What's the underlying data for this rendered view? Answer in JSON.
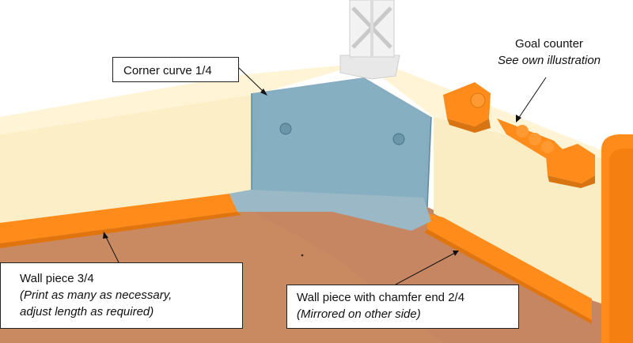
{
  "callouts": {
    "corner_curve": {
      "line1": "Corner curve 1/4"
    },
    "goal_counter": {
      "line1": "Goal counter",
      "line2": "See own illustration"
    },
    "wall_34": {
      "line1": "Wall piece 3/4",
      "line2": "(Print as many as necessary,",
      "line3": "adjust length as required)"
    },
    "wall_24": {
      "line1": "Wall piece with chamfer end 2/4",
      "line2": "(Mirrored on other side)"
    }
  },
  "colors": {
    "floor": "#c98a62",
    "wall_cream": "#fdf1cf",
    "wall_shadow": "#e9dcb6",
    "orange": "#ff8c1a",
    "corner_blue": "#7fa9bd",
    "post_white": "#ececec"
  }
}
